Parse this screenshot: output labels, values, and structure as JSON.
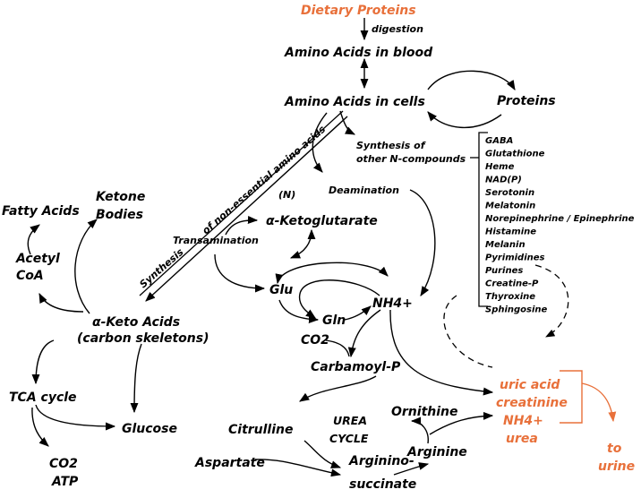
{
  "nodes": {
    "dietary_proteins": "Dietary Proteins",
    "digestion": "digestion",
    "amino_acids_blood": "Amino Acids in blood",
    "amino_acids_cells": "Amino Acids in cells",
    "proteins": "Proteins",
    "synthesis_other_1": "Synthesis of",
    "synthesis_other_2": "other N-compounds",
    "deamination": "Deamination",
    "n_label": "(N)",
    "alpha_ketoglutarate": "α-Ketoglutarate",
    "transamination": "Transamination",
    "synthesis_rot": "Synthesis",
    "nonessential_rot": "of non-essential amino acids",
    "fatty_acids": "Fatty Acids",
    "ketone_1": "Ketone",
    "ketone_2": "Bodies",
    "acetyl_1": "Acetyl",
    "acetyl_2": "CoA",
    "keto_acids": "α-Keto Acids",
    "carbon_skeletons": "(carbon skeletons)",
    "tca_cycle": "TCA cycle",
    "glucose": "Glucose",
    "co2_atp_1": "CO2",
    "co2_atp_2": "ATP",
    "glu": "Glu",
    "gln": "Gln",
    "nh4": "NH4+",
    "co2": "CO2",
    "carbamoyl_p": "Carbamoyl-P",
    "citrulline": "Citrulline",
    "urea_cycle_1": "UREA",
    "urea_cycle_2": "CYCLE",
    "ornithine": "Ornithine",
    "arginine": "Arginine",
    "aspartate": "Aspartate",
    "argininosuccinate_1": "Arginino-",
    "argininosuccinate_2": "succinate"
  },
  "excretion": {
    "uric_acid": "uric acid",
    "creatinine": "creatinine",
    "nh4": "NH4+",
    "urea": "urea",
    "to_urine_1": "to",
    "to_urine_2": "urine"
  },
  "n_compounds": [
    "GABA",
    "Glutathione",
    "Heme",
    "NAD(P)",
    "Serotonin",
    "Melatonin",
    "Norepinephrine / Epinephrine",
    "Histamine",
    "Melanin",
    "Pyrimidines",
    "Purines",
    "Creatine-P",
    "Thyroxine",
    "Sphingosine"
  ],
  "colors": {
    "accent": "#e8703a",
    "ink": "#000000"
  }
}
